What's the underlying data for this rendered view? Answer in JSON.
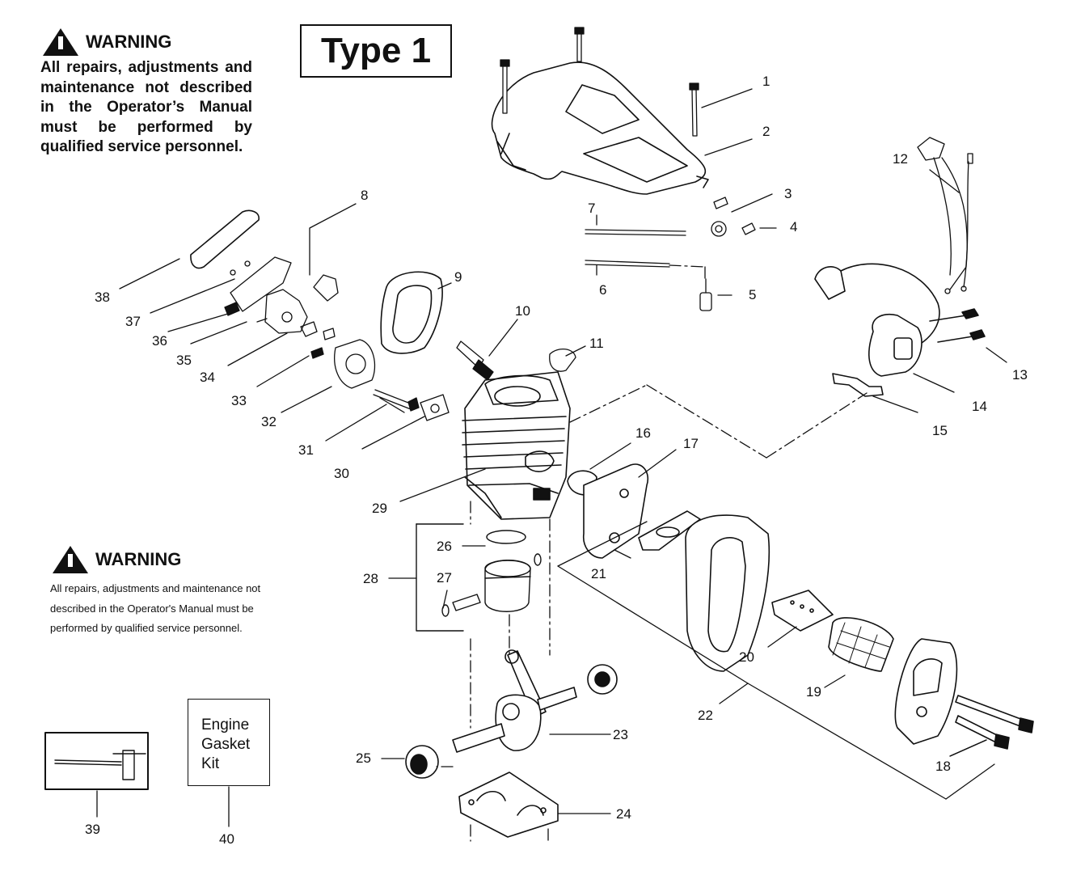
{
  "header": {
    "type_label": "Type 1"
  },
  "warning_top": {
    "title": "WARNING",
    "body": "All repairs, adjustments and maintenance not described in the Operator’s Manual must be performed by qualified service personnel."
  },
  "warning_bottom": {
    "title": "WARNING",
    "lines": [
      "All repairs, adjustments and maintenance not",
      "described in the Operator's Manual must be",
      "performed by qualified  service personnel."
    ]
  },
  "kit_box": {
    "lines": [
      "Engine",
      "Gasket",
      "Kit"
    ]
  },
  "callouts": [
    "1",
    "2",
    "3",
    "4",
    "5",
    "6",
    "7",
    "8",
    "9",
    "10",
    "11",
    "12",
    "13",
    "14",
    "15",
    "16",
    "17",
    "18",
    "19",
    "20",
    "21",
    "22",
    "23",
    "24",
    "25",
    "26",
    "27",
    "28",
    "29",
    "30",
    "31",
    "32",
    "33",
    "34",
    "35",
    "36",
    "37",
    "38",
    "39",
    "40"
  ],
  "icons": {
    "warning": "warning-triangle-icon"
  }
}
